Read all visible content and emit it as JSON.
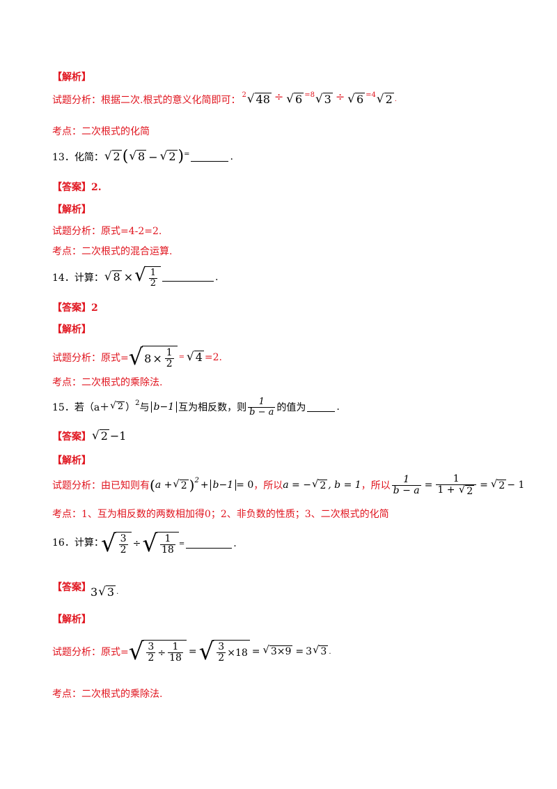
{
  "q12": {
    "jiexi": "【解析】",
    "analysis_prefix": "试题分析：根据二次.根式的意义化简即可：",
    "coef1": "2",
    "r1": "48",
    "div1": "÷",
    "r2": "6",
    "eq1": "=8",
    "r3": "3",
    "div2": "÷",
    "r4": "6",
    "eq2": "=4",
    "r5": "2",
    "dot": ".",
    "kaodian": "考点：二次根式的化简"
  },
  "q13": {
    "stem": "13．化简：",
    "r_out": "2",
    "r_a": "8",
    "minus": "−",
    "r_b": "2",
    "eq": "=",
    "period": ".",
    "answer": "【答案】2.",
    "jiexi": "【解析】",
    "analysis": "试题分析：原式=4-2=2.",
    "kaodian": "考点：二次根式的混合运算."
  },
  "q14": {
    "stem": "14．计算：",
    "r_a": "8",
    "times": "×",
    "num": "1",
    "den": "2",
    "period": ".",
    "answer": "【答案】2",
    "jiexi": "【解析】",
    "analysis_prefix": "试题分析：原式=",
    "in_a": "8",
    "in_times": "×",
    "in_num": "1",
    "in_den": "2",
    "eq1": "=",
    "r4": "4",
    "tail": "=2.",
    "kaodian": "考点：二次根式的乘除法."
  },
  "q15": {
    "stem_a": "15．若（a＋",
    "r2": "2",
    "stem_b": "）",
    "sq": "2",
    "stem_c": "与",
    "abs": "b−1",
    "stem_d": "互为相反数，则",
    "frac_num": "1",
    "frac_den": "b − a",
    "stem_e": "的值为",
    "period": ".",
    "answer_label": "【答案】",
    "answer_r": "2",
    "answer_tail": "−1",
    "jiexi": "【解析】",
    "analysis_prefix": "试题分析：由已知则有",
    "a_expr_a": "a + ",
    "a_r": "2",
    "a_sq": "2",
    "a_abs": "b−1",
    "a_zero": " = 0",
    "a_so": "，所以",
    "a_vals": "a = −",
    "a_vals_r": "2",
    "a_vals_b": ", b = 1",
    "a_so2": "，所以",
    "f1_num": "1",
    "f1_den": "b − a",
    "eq": "=",
    "f2_num": "1",
    "f2_den_a": "1 + ",
    "f2_den_r": "2",
    "res_r": "2",
    "res_tail": " − 1",
    "kaodian": "考点：1、互为相反数的两数相加得0；2、非负数的性质；3、二次根式的化简"
  },
  "q16": {
    "stem": "16．计算：",
    "f1_num": "3",
    "f1_den": "2",
    "div": "÷",
    "f2_num": "1",
    "f2_den": "18",
    "eq": "=",
    "period": ".",
    "answer_label": "【答案】",
    "answer_coef": "3",
    "answer_r": "3",
    "answer_dot": ".",
    "jiexi": "【解析】",
    "analysis_prefix": "试题分析：原式=",
    "s1_num": "3",
    "s1_den": "2",
    "s1_div": "÷",
    "s1_num2": "1",
    "s1_den2": "18",
    "s2_num": "3",
    "s2_den": "2",
    "s2_times": "×18",
    "s3": "3×9",
    "s4_coef": "3",
    "s4_r": "3",
    "dot": ".",
    "kaodian": "考点：二次根式的乘除法."
  }
}
